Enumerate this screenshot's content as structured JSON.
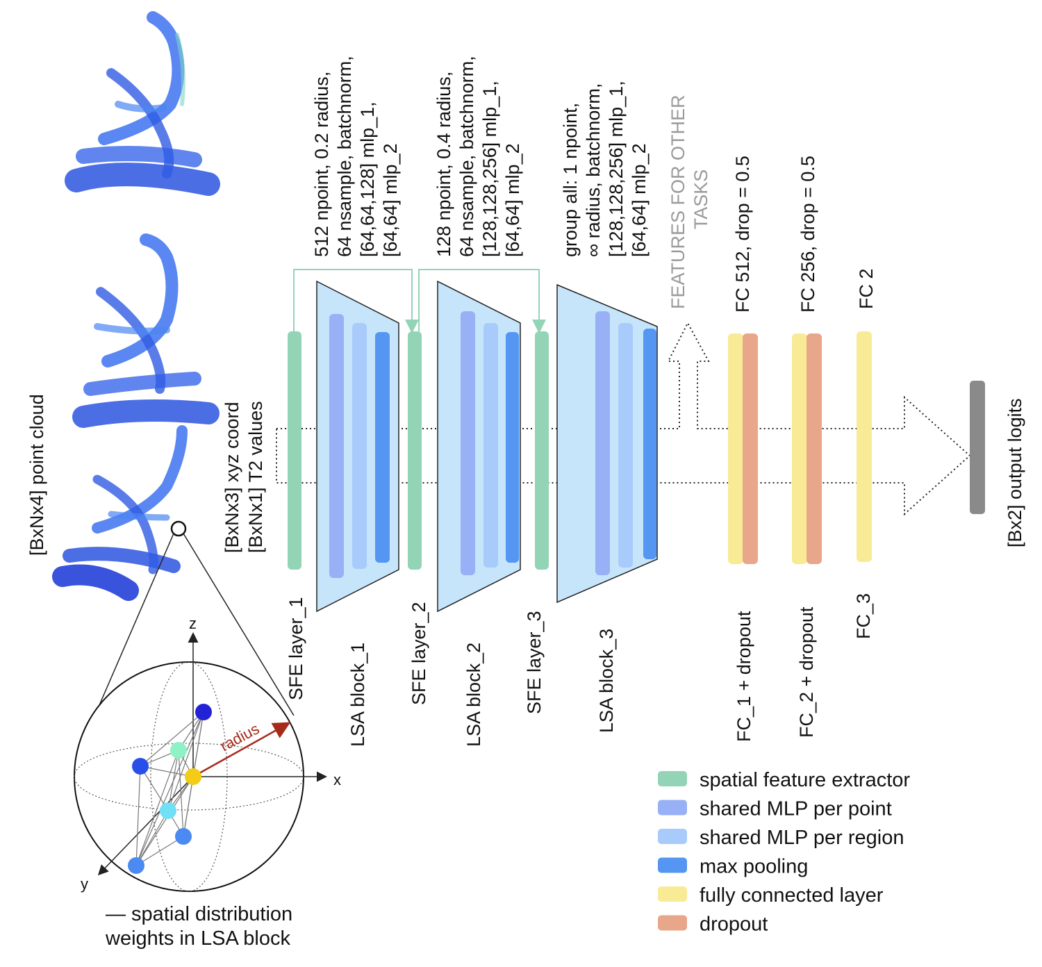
{
  "input": {
    "point_cloud_label": "[BxNx4] point cloud",
    "xyz_label": "[BxNx3] xyz coord",
    "t2_label": "[BxNx1] T2 values"
  },
  "inset": {
    "axis_z": "z",
    "axis_x": "x",
    "axis_y": "y",
    "radius_label": "radius",
    "caption_line1": "— spatial distribution",
    "caption_line2": "weights in LSA block"
  },
  "layers": {
    "sfe1": "SFE layer_1",
    "lsa1": "LSA block_1",
    "sfe2": "SFE layer_2",
    "lsa2": "LSA block_2",
    "sfe3": "SFE layer_3",
    "lsa3": "LSA block_3",
    "fc1": "FC_1 + dropout",
    "fc2": "FC_2 + dropout",
    "fc3": "FC_3"
  },
  "params": {
    "sa1": [
      "512 npoint,  0.2 radius,",
      "64 nsample, batchnorm,",
      "[64,64,128] mlp_1,",
      "[64,64] mlp_2"
    ],
    "sa2": [
      "128 npoint,  0.4 radius,",
      "64 nsample, batchnorm,",
      "[128,128,256] mlp_1,",
      "[64,64] mlp_2"
    ],
    "sa3": [
      "group all: 1 npoint,",
      "∞ radius, batchnorm,",
      "[128,128,256] mlp_1,",
      "[64,64] mlp_2"
    ],
    "fc1": "FC 512, drop = 0.5",
    "fc2": "FC 256, drop = 0.5",
    "fc3": "FC 2"
  },
  "features_other": [
    "FEATURES FOR OTHER",
    "TASKS"
  ],
  "output_label": "[Bx2] output logits",
  "legend": [
    {
      "label": "spatial feature extractor",
      "color": "#93d3b6"
    },
    {
      "label": "shared MLP per point",
      "color": "#98b0f6"
    },
    {
      "label": "shared MLP per region",
      "color": "#a9cbfb"
    },
    {
      "label": "max pooling",
      "color": "#5596f2"
    },
    {
      "label": "fully connected layer",
      "color": "#f9ea95"
    },
    {
      "label": "dropout",
      "color": "#e8a68a"
    }
  ],
  "colors": {
    "sfe": "#93d3b6",
    "lsa_fill": "#c6e5fb",
    "mlp_point": "#98b0f6",
    "mlp_region": "#a9cbfb",
    "maxpool": "#5596f2",
    "fc": "#f9ea95",
    "dropout": "#e8a68a",
    "output": "#8a8a8a",
    "radius_arrow": "#a52a1a",
    "skip_line": "#93d3b6"
  }
}
